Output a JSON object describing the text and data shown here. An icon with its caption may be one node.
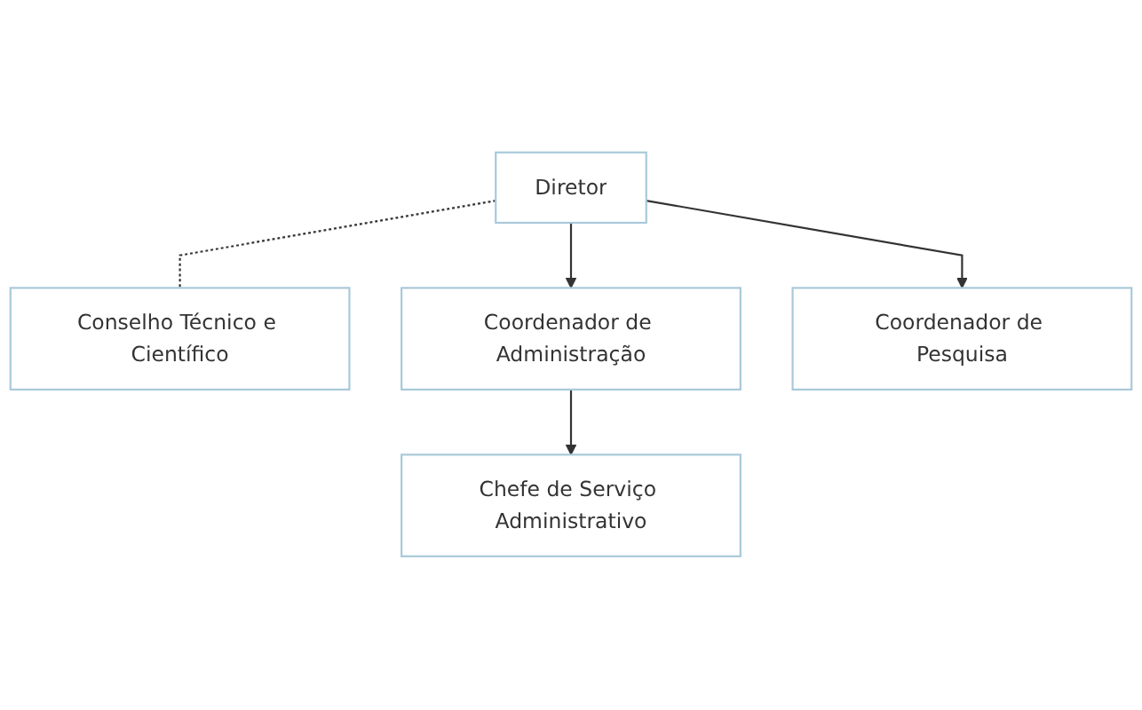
{
  "diagram": {
    "nodes": [
      {
        "text": [
          "Diretor"
        ]
      },
      {
        "text": [
          "Conselho Técnico e Científico"
        ]
      },
      {
        "text": [
          "Coordenador de Administração"
        ]
      },
      {
        "text": [
          "Coordenador de Pesquisa"
        ]
      },
      {
        "text": [
          "Chefe de Serviço Administrativo"
        ]
      }
    ],
    "edges": [
      {
        "from": 0,
        "to": 1,
        "arrow": "none",
        "style": "dashed"
      },
      {
        "from": 0,
        "to": 2,
        "arrow": "to"
      },
      {
        "from": 0,
        "to": 3,
        "arrow": "to"
      },
      {
        "from": 2,
        "to": 4,
        "arrow": "to"
      }
    ]
  }
}
